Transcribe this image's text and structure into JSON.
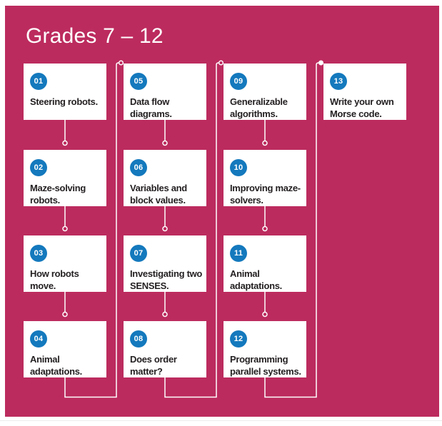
{
  "title": "Grades 7 – 12",
  "colors": {
    "board_background": "#bc2b5e",
    "card_background": "#ffffff",
    "badge_blue": "#1479bd",
    "card_text": "#231f20",
    "connector_line": "#ffffff"
  },
  "lessons": [
    {
      "num": "01",
      "label": "Steering robots."
    },
    {
      "num": "02",
      "label": "Maze-solving\nrobots."
    },
    {
      "num": "03",
      "label": "How robots\nmove."
    },
    {
      "num": "04",
      "label": "Animal\nadaptations."
    },
    {
      "num": "05",
      "label": "Data flow\ndiagrams."
    },
    {
      "num": "06",
      "label": "Variables and\nblock values."
    },
    {
      "num": "07",
      "label": "Investigating two\nSENSES."
    },
    {
      "num": "08",
      "label": "Does order\nmatter?"
    },
    {
      "num": "09",
      "label": "Generalizable\nalgorithms."
    },
    {
      "num": "10",
      "label": "Improving maze-\nsolvers."
    },
    {
      "num": "11",
      "label": "Animal\nadaptations."
    },
    {
      "num": "12",
      "label": "Programming\nparallel systems."
    },
    {
      "num": "13",
      "label": "Write your own\nMorse code."
    }
  ]
}
